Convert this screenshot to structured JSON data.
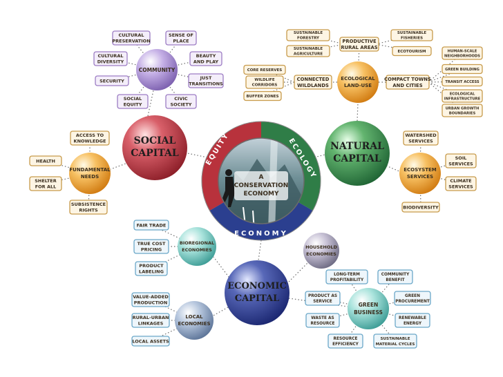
{
  "center": {
    "lines": [
      "A",
      "CONSERVATION",
      "ECONOMY"
    ],
    "ring": [
      "EQUITY",
      "ECOLOGY",
      "ECONOMY"
    ]
  },
  "social": {
    "title": [
      "SOCIAL",
      "CAPITAL"
    ],
    "community": {
      "label": "COMMUNITY",
      "items": [
        [
          "CULTURAL",
          "PRESERVATION"
        ],
        [
          "SENSE OF",
          "PLACE"
        ],
        [
          "CULTURAL",
          "DIVERSITY"
        ],
        [
          "BEAUTY",
          "AND PLAY"
        ],
        [
          "SECURITY"
        ],
        [
          "JUST",
          "TRANSITIONS"
        ],
        [
          "SOCIAL",
          "EQUITY"
        ],
        [
          "CIVIC",
          "SOCIETY"
        ]
      ]
    },
    "needs": {
      "label": [
        "FUNDAMENTAL",
        "NEEDS"
      ],
      "items": [
        [
          "ACCESS TO",
          "KNOWLEDGE"
        ],
        [
          "HEALTH"
        ],
        [
          "SHELTER",
          "FOR ALL"
        ],
        [
          "SUBSISTENCE",
          "RIGHTS"
        ]
      ]
    }
  },
  "natural": {
    "title": [
      "NATURAL",
      "CAPITAL"
    ],
    "landuse": {
      "label": [
        "ECOLOGICAL",
        "LAND-USE"
      ],
      "productive": [
        "PRODUCTIVE",
        "RURAL AREAS"
      ],
      "productive_items": [
        [
          "SUSTAINABLE",
          "FORESTRY"
        ],
        [
          "SUSTAINABLE",
          "AGRICULTURE"
        ],
        [
          "SUSTAINABLE",
          "FISHERIES"
        ],
        [
          "ECOTOURISM"
        ]
      ],
      "wildlands": [
        "CONNECTED",
        "WILDLANDS"
      ],
      "wildlands_items": [
        [
          "CORE RESERVES"
        ],
        [
          "WILDLIFE",
          "CORRIDORS"
        ],
        [
          "BUFFER ZONES"
        ]
      ],
      "towns": [
        "COMPACT TOWNS",
        "AND CITIES"
      ],
      "towns_items": [
        [
          "HUMAN-SCALE",
          "NEIGHBORHOODS"
        ],
        [
          "GREEN BUILDING"
        ],
        [
          "TRANSIT ACCESS"
        ],
        [
          "ECOLOGICAL",
          "INFRASTRUCTURE"
        ],
        [
          "URBAN GROWTH",
          "BOUNDARIES"
        ]
      ]
    },
    "ecosystem": {
      "label": [
        "ECOSYSTEM",
        "SERVICES"
      ],
      "items": [
        [
          "WATERSHED",
          "SERVICES"
        ],
        [
          "SOIL",
          "SERVICES"
        ],
        [
          "CLIMATE",
          "SERVICES"
        ],
        [
          "BIODIVERSITY"
        ]
      ]
    }
  },
  "economic": {
    "title": [
      "ECONOMIC",
      "CAPITAL"
    ],
    "bioregional": {
      "label": [
        "BIOREGIONAL",
        "ECONOMIES"
      ],
      "items": [
        [
          "FAIR TRADE"
        ],
        [
          "TRUE COST",
          "PRICING"
        ],
        [
          "PRODUCT",
          "LABELING"
        ]
      ]
    },
    "household": [
      "HOUSEHOLD",
      "ECONOMIES"
    ],
    "local": {
      "label": [
        "LOCAL",
        "ECONOMIES"
      ],
      "items": [
        [
          "VALUE-ADDED",
          "PRODUCTION"
        ],
        [
          "RURAL-URBAN",
          "LINKAGES"
        ],
        [
          "LOCAL ASSETS"
        ]
      ]
    },
    "green": {
      "label": [
        "GREEN",
        "BUSINESS"
      ],
      "items": [
        [
          "LONG-TERM",
          "PROFITABILITY"
        ],
        [
          "COMMUNITY",
          "BENEFIT"
        ],
        [
          "PRODUCT AS",
          "SERVICE"
        ],
        [
          "GREEN",
          "PROCUREMENT"
        ],
        [
          "WASTE AS",
          "RESOURCE"
        ],
        [
          "RENEWABLE",
          "ENERGY"
        ],
        [
          "RESOURCE",
          "EFFICIENCY"
        ],
        [
          "SUSTAINABLE",
          "MATERIAL CYCLES"
        ]
      ]
    }
  },
  "colors": {
    "social": "#b8323c",
    "natural": "#2f7d47",
    "economic": "#2b3f8f",
    "community": "#a78bd0",
    "orange": "#f2a13a",
    "teal": "#7fd0c8",
    "steel": "#8fa6c4"
  }
}
